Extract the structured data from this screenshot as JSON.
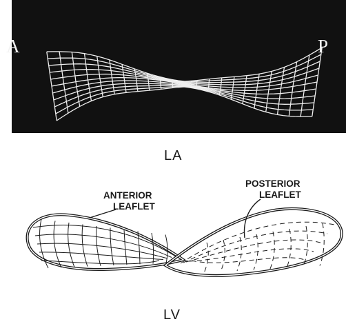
{
  "top_panel": {
    "anterior_marker": "A",
    "posterior_marker": "P",
    "caption": "LA"
  },
  "bottom_panel": {
    "anterior_label_line1": "ANTERIOR",
    "anterior_label_line2": "LEAFLET",
    "posterior_label_line1": "POSTERIOR",
    "posterior_label_line2": "LEAFLET",
    "caption": "LV"
  },
  "colors": {
    "panel_background": "#111111",
    "mesh_light": "#f0f0f0",
    "line_dark": "#1a1a1a"
  }
}
